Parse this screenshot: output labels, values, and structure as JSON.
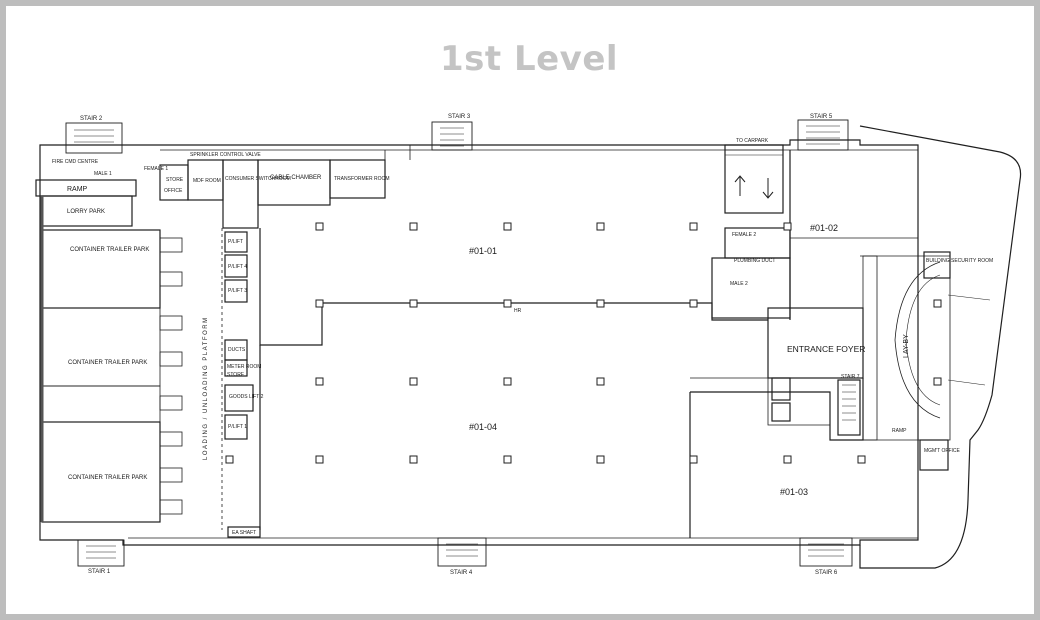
{
  "title": "1st Level",
  "units": {
    "u0101": "#01-01",
    "u0102": "#01-02",
    "u0103": "#01-03",
    "u0104": "#01-04"
  },
  "stairs": {
    "s1": "STAIR 1",
    "s2": "STAIR 2",
    "s3": "STAIR 3",
    "s4": "STAIR 4",
    "s5": "STAIR 5",
    "s6": "STAIR 6",
    "s7": "STAIR 7"
  },
  "rooms": {
    "ramp_left": "RAMP",
    "lorry_park": "LORRY PARK",
    "container_1": "CONTAINER TRAILER PARK",
    "container_2": "CONTAINER TRAILER PARK",
    "container_3": "CONTAINER TRAILER PARK",
    "loading_platform": "LOADING / UNLOADING PLATFORM",
    "store": "STORE",
    "office": "OFFICE",
    "mdf_room": "MDF ROOM",
    "consumer_switchroom": "CONSUMER SWITCHROOM",
    "cable_chamber": "CABLE CHAMBER",
    "transformer_room": "TRANSFORMER ROOM",
    "sprinkler_valve": "SPRINKLER CONTROL VALVE",
    "female_left": "FEMALE 1",
    "male_left": "MALE 1",
    "fire_cmd": "FIRE CMD CENTRE",
    "to_carpark": "TO CARPARK",
    "female_2": "FEMALE 2",
    "male_2": "MALE 2",
    "plumbing_duct": "PLUMBING DUCT",
    "entrance_foyer": "ENTRANCE FOYER",
    "lay_by": "LAY-BY",
    "building_security": "BUILDING SECURITY ROOM",
    "ramp_right": "RAMP",
    "mgmt_office": "MGM'T OFFICE",
    "pl_lift_a": "P/LIFT 4",
    "pl_lift_b": "P/LIFT 3",
    "pl_lift_c": "P/LIFT 1",
    "goods_lift": "GOODS LIFT 2",
    "pl_lift_top": "P/LIFT",
    "ea_shaft": "EA SHAFT",
    "meter_room": "METER ROOM",
    "duct": "DUCTS",
    "store_small": "STORE",
    "hr_mark": "HR"
  }
}
